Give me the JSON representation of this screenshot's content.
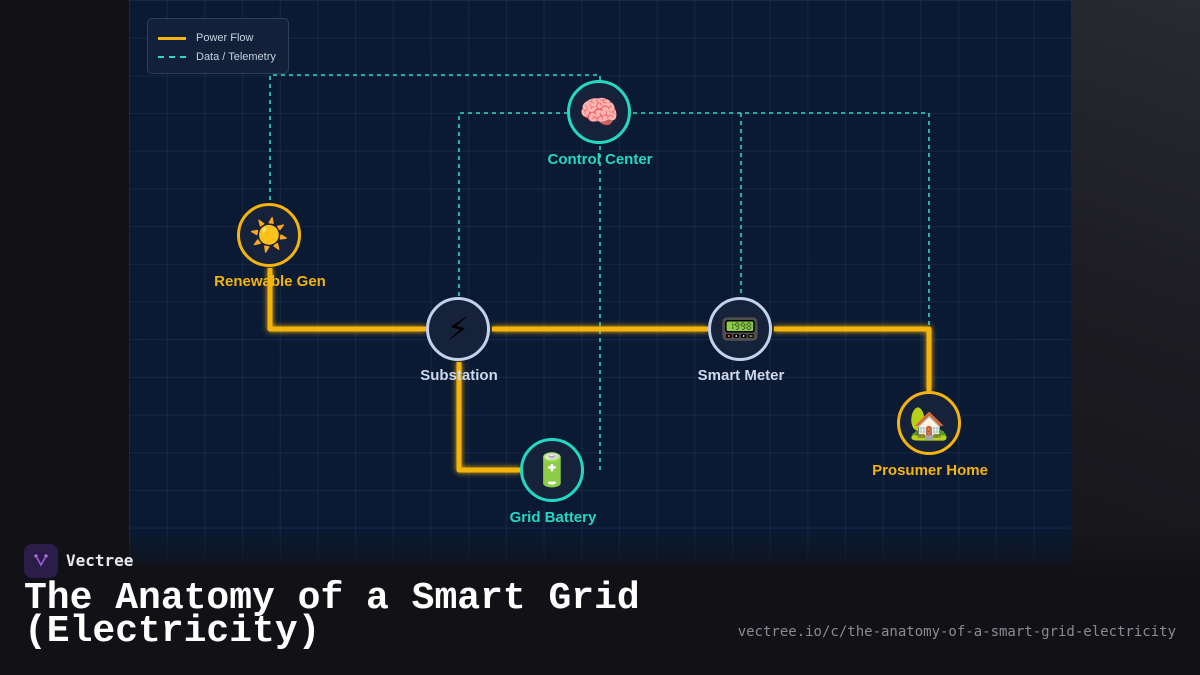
{
  "brand": {
    "name": "Vectree",
    "icon": "vectree-logo-icon"
  },
  "title": "The Anatomy of a Smart Grid (Electricity)",
  "url": "vectree.io/c/the-anatomy-of-a-smart-grid-electricity",
  "legend": {
    "power_label": "Power Flow",
    "data_label": "Data / Telemetry"
  },
  "colors": {
    "power": "#f5b40a",
    "data": "#2fd8c4",
    "background": "#0a1a33"
  },
  "nodes": {
    "control_center": {
      "label": "Control Center",
      "icon": "brain-icon",
      "emoji": "🧠"
    },
    "renewable_gen": {
      "label": "Renewable Gen",
      "icon": "sun-icon",
      "emoji": "☀️"
    },
    "substation": {
      "label": "Substation",
      "icon": "lightning-icon",
      "emoji": "⚡"
    },
    "smart_meter": {
      "label": "Smart Meter",
      "icon": "pager-icon",
      "emoji": "📟"
    },
    "prosumer_home": {
      "label": "Prosumer Home",
      "icon": "house-icon",
      "emoji": "🏡"
    },
    "grid_battery": {
      "label": "Grid Battery",
      "icon": "battery-icon",
      "emoji": "🔋"
    }
  }
}
